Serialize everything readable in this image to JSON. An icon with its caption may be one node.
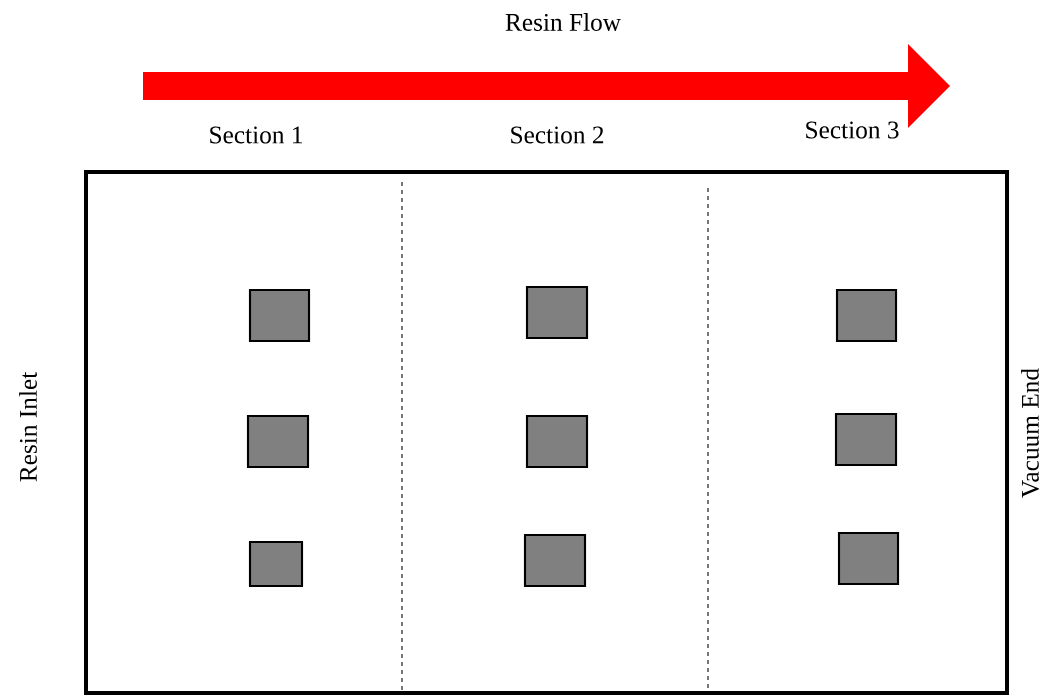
{
  "diagram": {
    "labels": [
      "Resin Flow",
      "Section 1",
      "Section 2",
      "Section 3",
      "Resin Inlet",
      "Vacuum End"
    ]
  }
}
